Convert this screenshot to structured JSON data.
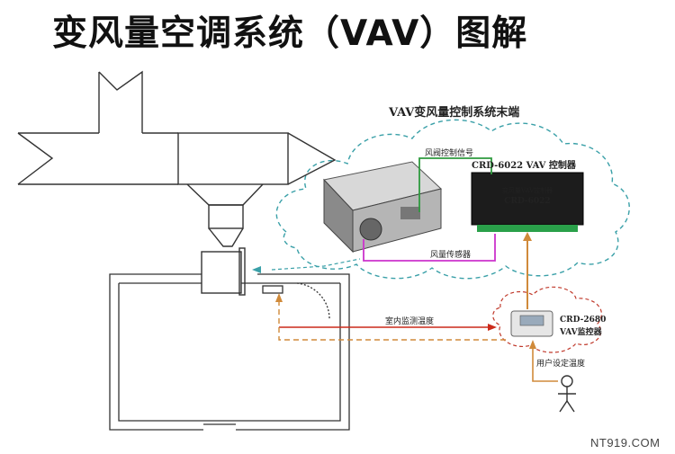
{
  "title": "变风量空调系统（VAV）图解",
  "cloud_label": "VAV变风量控制系统末端",
  "damper_signal_label": "风阀控制信号",
  "controller_label": "CRD-6022 VAV 控制器",
  "controller_faceplate_top": "变风量VAV控制器",
  "controller_faceplate_model": "CRD-6022",
  "airflow_sensor_label": "风量传感器",
  "room_temp_label": "室内监测温度",
  "monitor_label_1": "CRD-2680",
  "monitor_label_2": "VAV监控器",
  "user_setpoint_label": "用户设定温度",
  "watermark": "NT919.COM",
  "colors": {
    "signal_green": "#2e9a3e",
    "sensor_magenta": "#cc33cc",
    "temp_red": "#cc2a1a",
    "feedback_orange": "#d08a3a",
    "cloud_teal": "#3aa0a8",
    "controller_body": "#1c1c1c"
  }
}
